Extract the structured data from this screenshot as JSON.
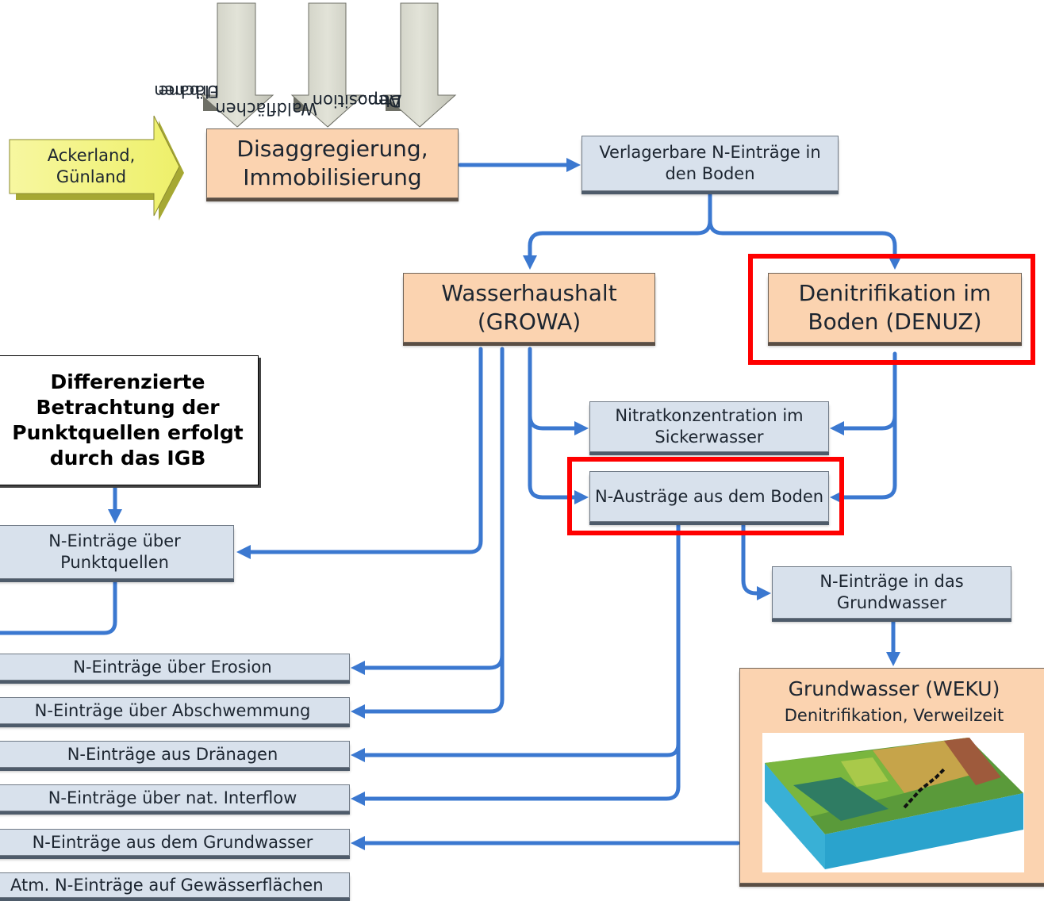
{
  "inputs": {
    "ackerland": [
      "Ackerland,",
      "Günland"
    ],
    "urbane": [
      "Urbane",
      "Flächen"
    ],
    "wald": [
      "Waldflächen"
    ],
    "atm": [
      "Atm.",
      "Deposition"
    ]
  },
  "nodes": {
    "disaggregierung": [
      "Disaggregierung,",
      "Immobilisierung"
    ],
    "verlagerbare": [
      "Verlagerbare N-Einträge in",
      "den Boden"
    ],
    "wasserhaushalt": [
      "Wasserhaushalt",
      "(GROWA)"
    ],
    "denitrifikation_boden": [
      "Denitrifikation im",
      "Boden (DENUZ)"
    ],
    "nitratkonzentration": [
      "Nitratkonzentration im",
      "Sickerwasser"
    ],
    "n_austraege": "N-Austräge aus dem Boden",
    "n_eintraege_grundwasser": [
      "N-Einträge in das",
      "Grundwasser"
    ],
    "grundwasser_title": "Grundwasser (WEKU)",
    "grundwasser_subtitle": "Denitrifikation, Verweilzeit",
    "punktquellen": [
      "N-Einträge über",
      "Punktquellen"
    ]
  },
  "note": [
    "Differenzierte",
    "Betrachtung der",
    "Punktquellen erfolgt",
    "durch das IGB"
  ],
  "pathways": [
    "N-Einträge über Erosion",
    "N-Einträge über Abschwemmung",
    "N-Einträge aus Dränagen",
    "N-Einträge über nat. Interflow",
    "N-Einträge aus dem Grundwasser",
    "Atm. N-Einträge auf Gewässerflächen"
  ],
  "colors": {
    "connector": "#3b78d0",
    "highlight": "#ff0000",
    "box_blue": "#d8e1ec",
    "box_orange": "#fbd3b0",
    "arrow_yellow": "#f4f48a"
  }
}
